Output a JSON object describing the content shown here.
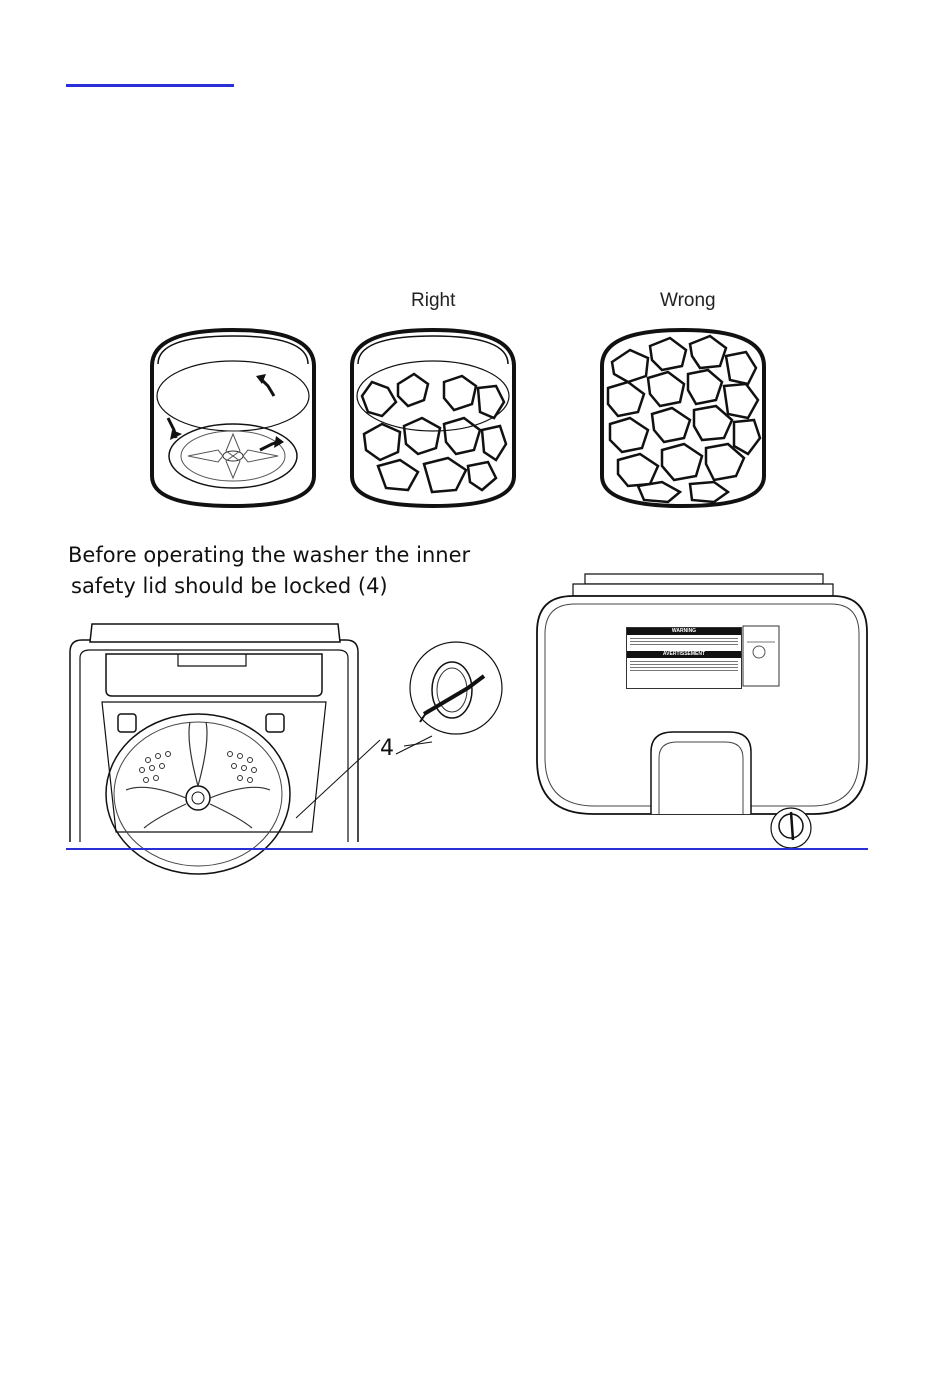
{
  "labels": {
    "right": "Right",
    "wrong": "Wrong"
  },
  "instruction": {
    "line1": "Before operating the washer the inner",
    "line2": "safety lid should be locked (4)"
  },
  "callout_number": "4",
  "warning_label": {
    "heading": "WARNING",
    "heading_fr": "AVERTISSEMENT"
  },
  "colors": {
    "accent_rule": "#2b2fd6",
    "line_art": "#111111"
  }
}
